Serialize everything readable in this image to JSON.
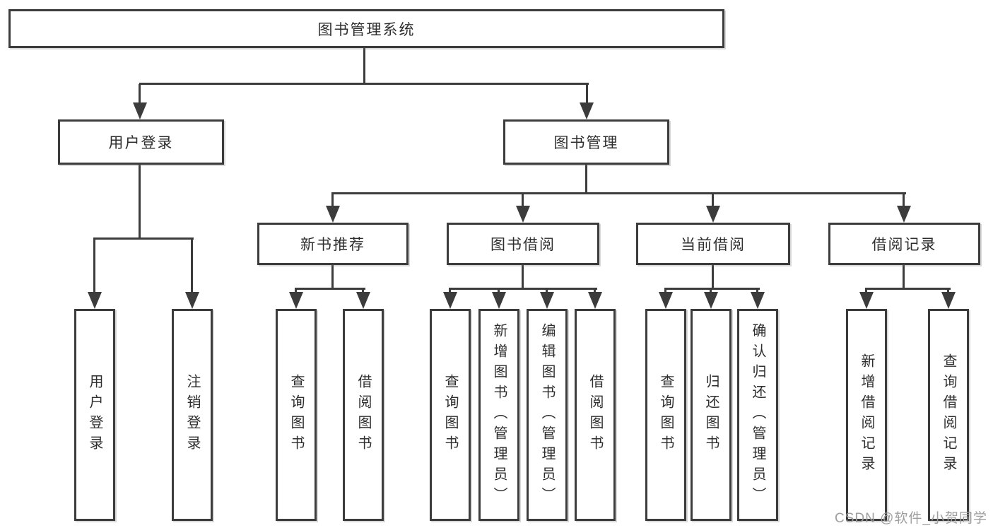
{
  "diagram": {
    "line_color": "#3c3c3c",
    "root": {
      "label": "图书管理系统"
    },
    "branches": [
      {
        "label": "用户登录",
        "children": [
          {
            "label": "用户登录"
          },
          {
            "label": "注销登录"
          }
        ]
      },
      {
        "label": "图书管理",
        "children": [
          {
            "label": "新书推荐",
            "children": [
              {
                "label": "查询图书"
              },
              {
                "label": "借阅图书"
              }
            ]
          },
          {
            "label": "图书借阅",
            "children": [
              {
                "label": "查询图书"
              },
              {
                "label": "新增图书（管理员）"
              },
              {
                "label": "编辑图书（管理员）"
              },
              {
                "label": "借阅图书"
              }
            ]
          },
          {
            "label": "当前借阅",
            "children": [
              {
                "label": "查询图书"
              },
              {
                "label": "归还图书"
              },
              {
                "label": "确认归还（管理员）"
              }
            ]
          },
          {
            "label": "借阅记录",
            "children": [
              {
                "label": "新增借阅记录"
              },
              {
                "label": "查询借阅记录"
              }
            ]
          }
        ]
      }
    ]
  },
  "watermark": {
    "text": "CSDN @软件_小贺同学",
    "color": "#9e9e9e"
  }
}
